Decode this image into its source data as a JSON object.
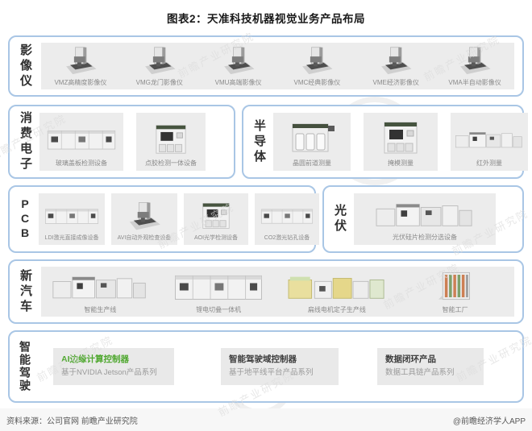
{
  "title": "图表2：天准科技机器视觉业务产品布局",
  "watermark": {
    "text": "前瞻产业研究院"
  },
  "colors": {
    "box_border": "#a9c6e5",
    "panel_bg": "#ececec",
    "caption": "#8a8a8a",
    "accent_green": "#4ea72e"
  },
  "sections": [
    {
      "label": "影像仪",
      "products": [
        "VMZ高精度影像仪",
        "VMG龙门影像仪",
        "VMU高端影像仪",
        "VMC经典影像仪",
        "VME经济影像仪",
        "VMA半自动影像仪"
      ]
    },
    {
      "label": "消费电子",
      "products": [
        "玻璃盖板检测设备",
        "点胶检测一体设备"
      ]
    },
    {
      "label": "半导体",
      "products": [
        "晶圆前道测量",
        "掩模测量",
        "红外测量"
      ]
    },
    {
      "label": "PCB",
      "products": [
        "LDI激光直接成像设备",
        "AVI自动外观检查设备",
        "AOI光学检测设备",
        "CO2激光钻孔设备"
      ]
    },
    {
      "label": "光伏",
      "products": [
        "光伏硅片检测分选设备"
      ]
    },
    {
      "label": "新汽车",
      "products": [
        "智能生产线",
        "锂电切叠一体机",
        "扁线电机定子生产线",
        "智能工厂"
      ]
    },
    {
      "label": "智能驾驶",
      "cards": [
        {
          "title": "AI边缘计算控制器",
          "subtitle": "基于NVIDIA Jetson产品系列"
        },
        {
          "title": "智能驾驶域控制器",
          "subtitle": "基于地平线平台产品系列"
        },
        {
          "title": "数据闭环产品",
          "subtitle": "数据工具链产品系列"
        }
      ]
    }
  ],
  "footer": {
    "source": "资料来源：公司官网 前瞻产业研究院",
    "credit": "@前瞻经济学人APP"
  }
}
